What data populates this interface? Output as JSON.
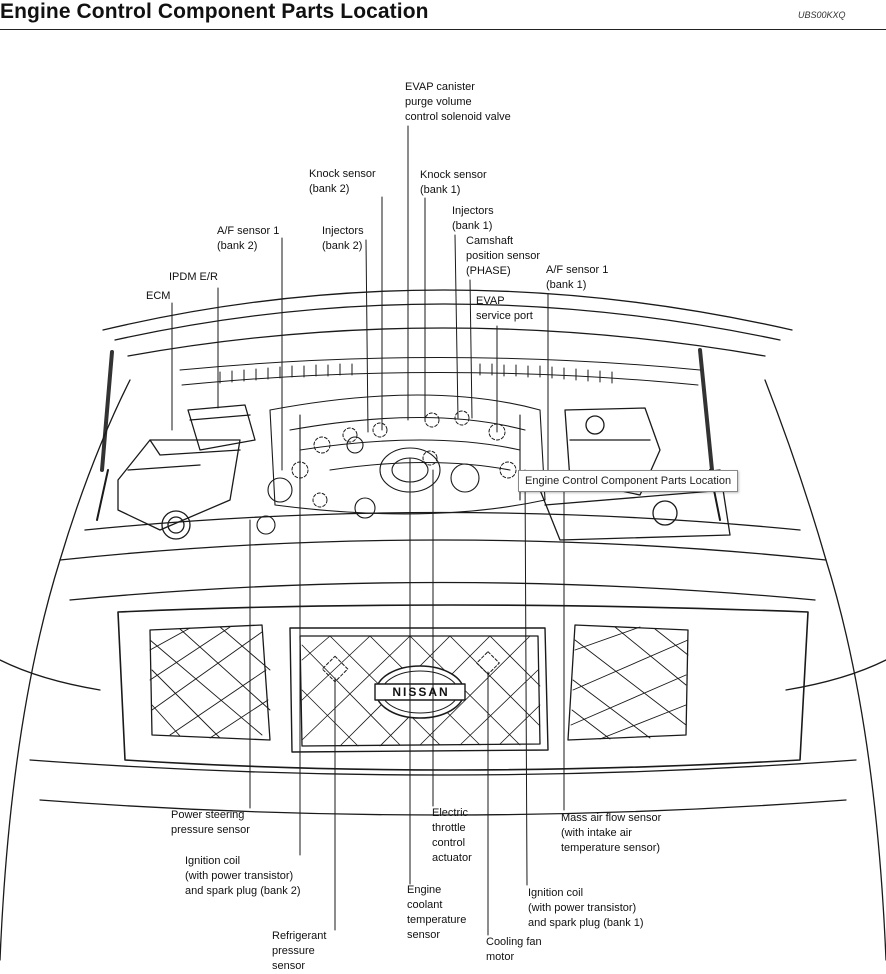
{
  "header": {
    "title": "Engine Control Component Parts Location",
    "code": "UBS00KXQ"
  },
  "tooltip": "Engine Control Component Parts Location",
  "logo": {
    "text": "NISSAN"
  },
  "labels": {
    "evap_canister_purge": "EVAP canister\npurge volume\ncontrol solenoid valve",
    "knock_sensor_bank2": "Knock sensor\n(bank 2)",
    "knock_sensor_bank1": "Knock sensor\n(bank 1)",
    "injectors_bank1": "Injectors\n(bank 1)",
    "af_sensor1_bank2": "A/F sensor 1\n(bank 2)",
    "injectors_bank2": "Injectors\n(bank 2)",
    "camshaft_position_sensor": "Camshaft\nposition sensor\n(PHASE)",
    "ipdm_er": "IPDM E/R",
    "af_sensor1_bank1": "A/F sensor 1\n(bank 1)",
    "ecm": "ECM",
    "evap_service_port": "EVAP\nservice port",
    "power_steering_pressure_sensor": "Power steering\npressure sensor",
    "electric_throttle_control_actuator": "Electric\nthrottle\ncontrol\nactuator",
    "mass_air_flow_sensor": "Mass air flow sensor\n(with intake air\ntemperature sensor)",
    "ignition_coil_bank2": "Ignition coil\n(with power transistor)\nand spark plug (bank 2)",
    "engine_coolant_temperature_sensor": "Engine\ncoolant\ntemperature\nsensor",
    "ignition_coil_bank1": "Ignition coil\n(with power transistor)\nand spark plug (bank 1)",
    "refrigerant_pressure_sensor": "Refrigerant\npressure\nsensor",
    "cooling_fan_motor": "Cooling fan\nmotor"
  }
}
